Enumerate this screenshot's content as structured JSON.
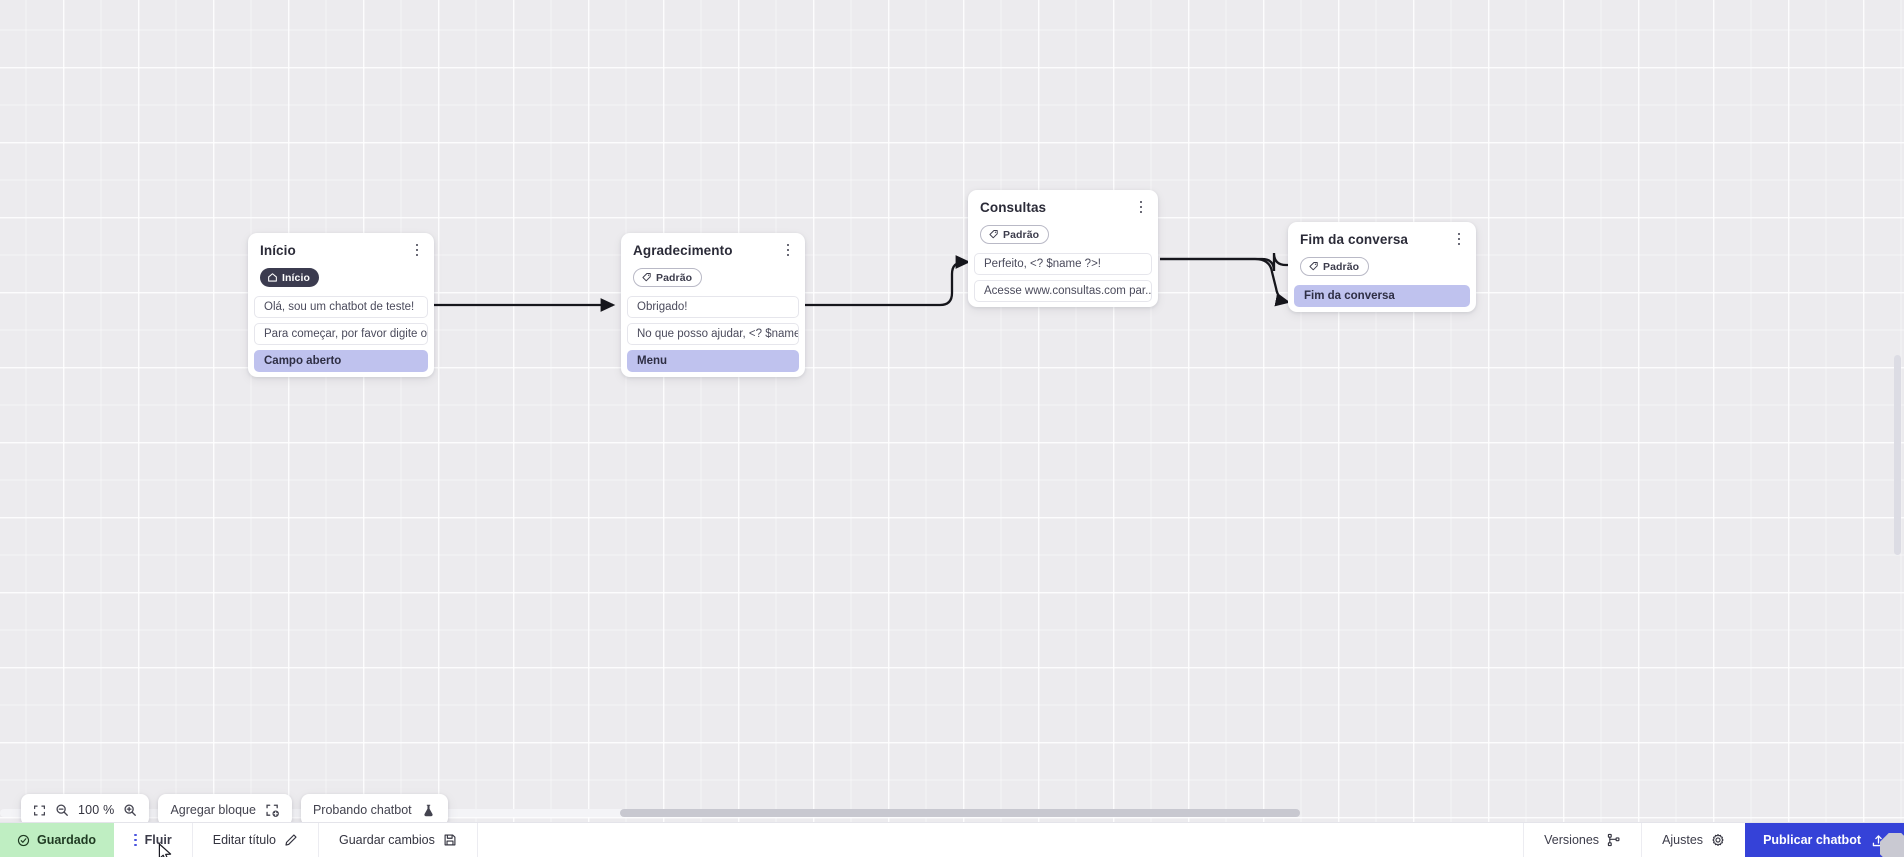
{
  "canvas": {
    "zoom_label": "100 %",
    "fit_icon": "fit-screen-icon",
    "zoom_out_icon": "zoom-out-icon",
    "zoom_in_icon": "zoom-in-icon",
    "add_block_label": "Agregar bloque",
    "add_block_icon": "add-block-icon",
    "test_chatbot_label": "Probando chatbot",
    "test_chatbot_icon": "flask-icon"
  },
  "nodes": [
    {
      "id": "inicio",
      "title": "Início",
      "badge": {
        "label": "Início",
        "style": "dark",
        "icon": "home-icon"
      },
      "rows": [
        {
          "text": "Olá, sou um chatbot de teste!",
          "accent": false
        },
        {
          "text": "Para começar, por favor digite o ...",
          "accent": false
        },
        {
          "text": "Campo aberto",
          "accent": true
        }
      ]
    },
    {
      "id": "agradecimento",
      "title": "Agradecimento",
      "badge": {
        "label": "Padrão",
        "style": "outline",
        "icon": "tag-icon"
      },
      "rows": [
        {
          "text": "Obrigado!",
          "accent": false
        },
        {
          "text": "No que posso ajudar, <? $name ...",
          "accent": false
        },
        {
          "text": "Menu",
          "accent": true
        }
      ]
    },
    {
      "id": "consultas",
      "title": "Consultas",
      "badge": {
        "label": "Padrão",
        "style": "outline",
        "icon": "tag-icon"
      },
      "rows": [
        {
          "text": "Perfeito, <? $name ?>!",
          "accent": false
        },
        {
          "text": "Acesse www.consultas.com par...",
          "accent": false
        }
      ]
    },
    {
      "id": "fim",
      "title": "Fim da conversa",
      "badge": {
        "label": "Padrão",
        "style": "outline",
        "icon": "tag-icon"
      },
      "rows": [
        {
          "text": "Fim da conversa",
          "accent": true
        }
      ]
    }
  ],
  "statusbar": {
    "saved_label": "Guardado",
    "saved_icon": "check-circle-icon",
    "menu_icon": "kebab-menu-icon",
    "flow_label": "Fluir",
    "edit_title_label": "Editar título",
    "edit_title_icon": "pencil-icon",
    "save_changes_label": "Guardar cambios",
    "save_changes_icon": "floppy-icon",
    "versions_label": "Versiones",
    "versions_icon": "branch-icon",
    "settings_label": "Ajustes",
    "settings_icon": "gear-icon",
    "publish_label": "Publicar chatbot",
    "publish_icon": "upload-icon"
  },
  "colors": {
    "accent_row": "#bfc2ee",
    "publish_blue": "#3542d8",
    "saved_green": "#bfeec2",
    "badge_dark": "#3b3b4f",
    "canvas_bg": "#ecebee"
  }
}
